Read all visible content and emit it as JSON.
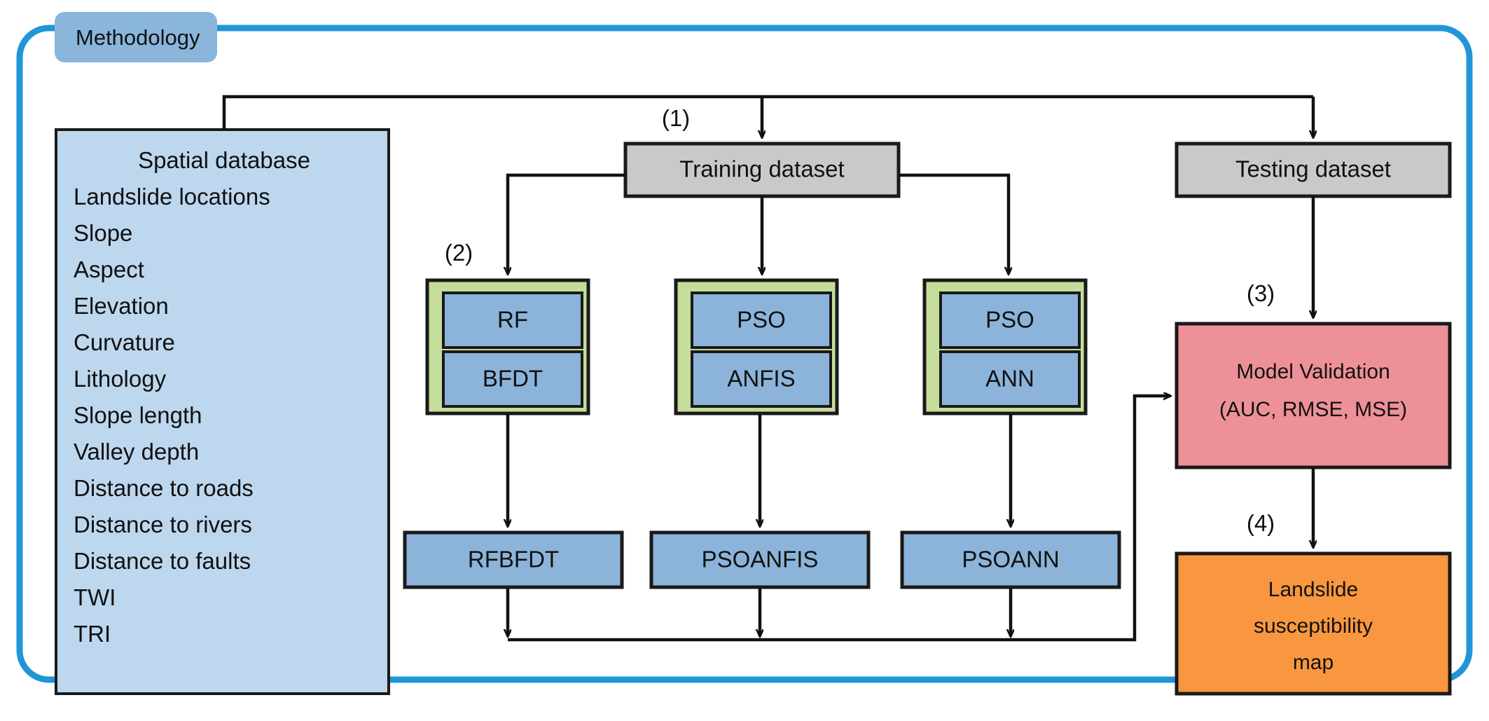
{
  "frame": {
    "tab_label": "Methodology",
    "tab_fill": "#8ab6dc",
    "border_color": "#2196d6"
  },
  "spatial_database": {
    "title": "Spatial database",
    "fill": "#bdd7ee",
    "stroke": "#1a1a1a",
    "items": [
      "Landslide locations",
      "Slope",
      "Aspect",
      "Elevation",
      "Curvature",
      "Lithology",
      "Slope length",
      "Valley depth",
      "Distance to roads",
      "Distance to rivers",
      "Distance to faults",
      "TWI",
      "TRI"
    ]
  },
  "datasets": {
    "training": {
      "label": "Training dataset",
      "fill": "#c9c9c9"
    },
    "testing": {
      "label": "Testing dataset",
      "fill": "#c9c9c9"
    }
  },
  "step_labels": {
    "one": "(1)",
    "two": "(2)",
    "three": "(3)",
    "four": "(4)"
  },
  "model_groups": [
    {
      "name": "rf-bfdt-group",
      "outer_fill": "#c5dd9a",
      "inner_fill": "#8cb4da",
      "top": "RF",
      "bottom": "BFDT"
    },
    {
      "name": "pso-anfis-group",
      "outer_fill": "#c5dd9a",
      "inner_fill": "#8cb4da",
      "top": "PSO",
      "bottom": "ANFIS"
    },
    {
      "name": "pso-ann-group",
      "outer_fill": "#c5dd9a",
      "inner_fill": "#8cb4da",
      "top": "PSO",
      "bottom": "ANN"
    }
  ],
  "hybrid_results": [
    {
      "name": "rfbfdt-box",
      "label": "RFBFDT",
      "fill": "#8cb4da"
    },
    {
      "name": "psoanfis-box",
      "label": "PSOANFIS",
      "fill": "#8cb4da"
    },
    {
      "name": "psoann-box",
      "label": "PSOANN",
      "fill": "#8cb4da"
    }
  ],
  "validation": {
    "line1": "Model Validation",
    "line2": "(AUC, RMSE, MSE)",
    "fill": "#ee9098"
  },
  "output_map": {
    "line1": "Landslide",
    "line2": "susceptibility",
    "line3": "map",
    "fill": "#f8973f"
  }
}
